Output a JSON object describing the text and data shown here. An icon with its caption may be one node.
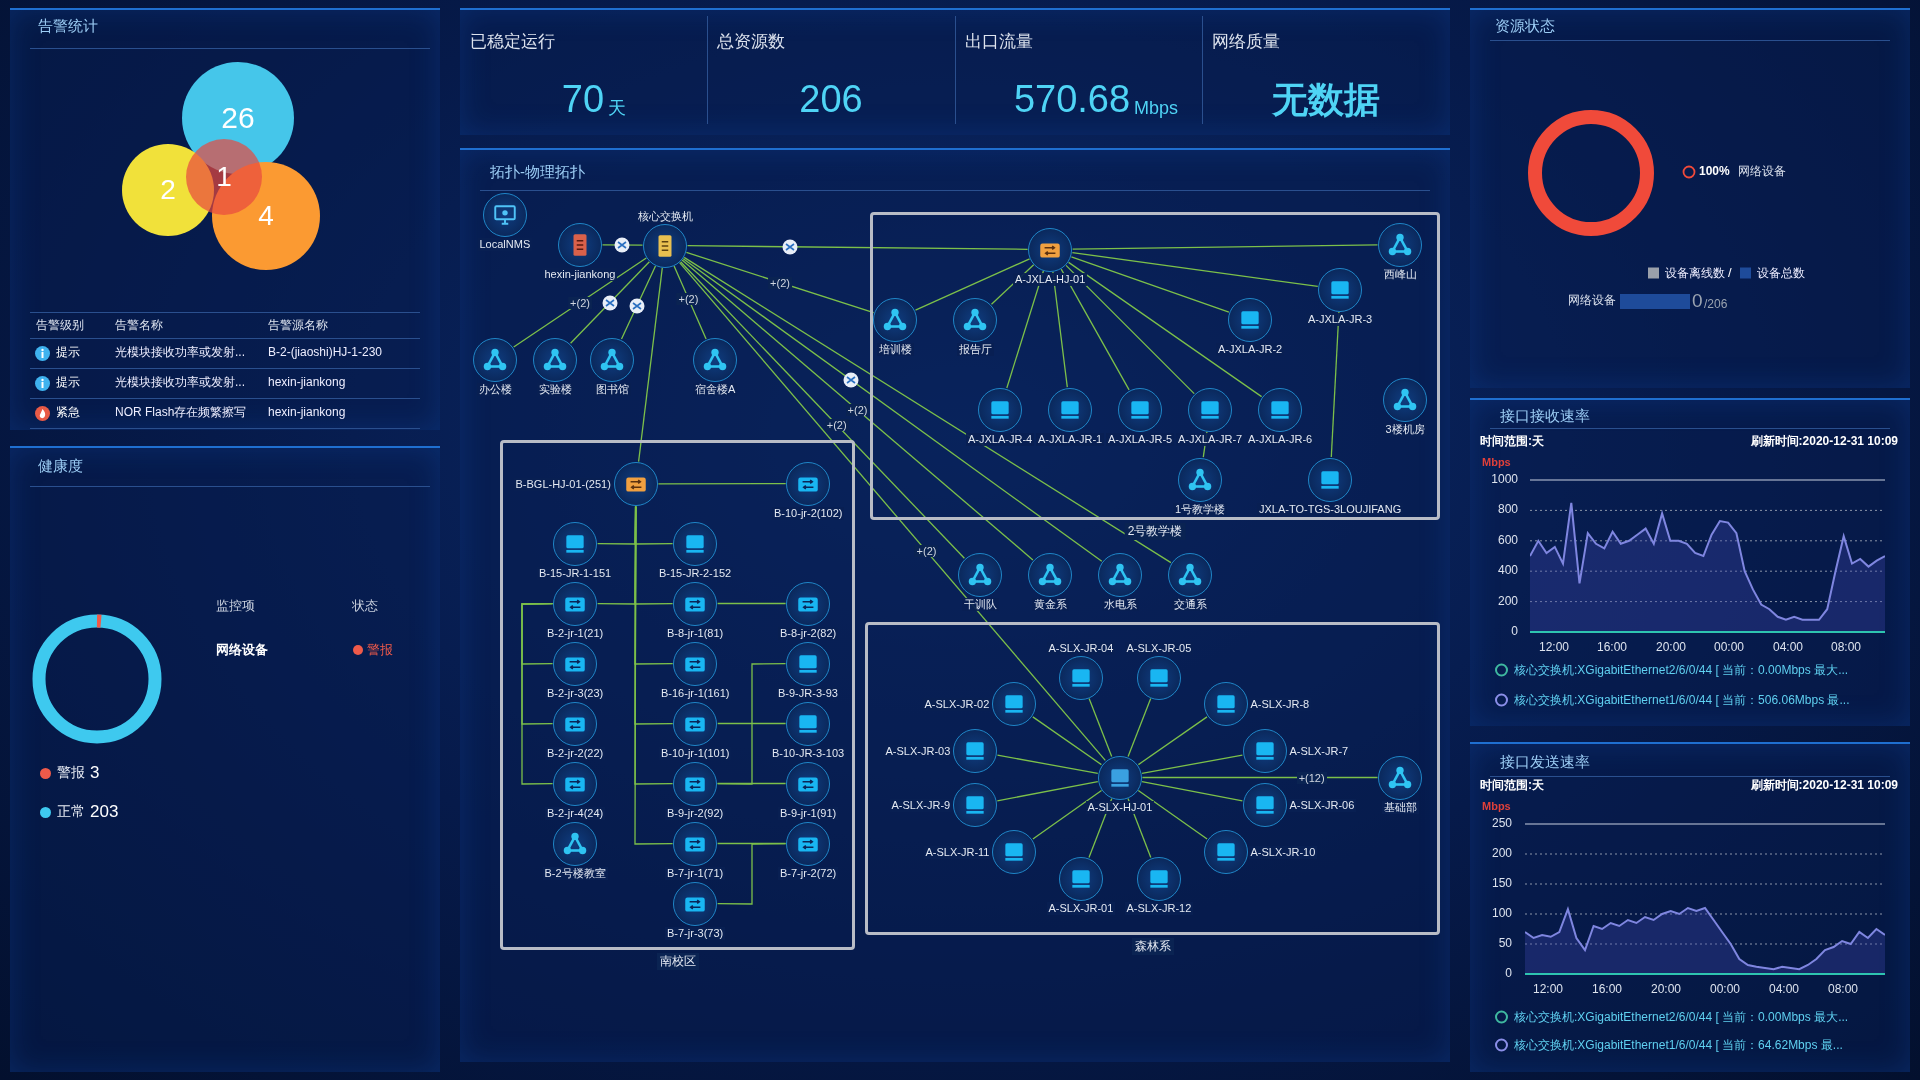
{
  "diagram": {
    "nodes": [
      {
        "text": [
          "LocalNMS"
        ]
      },
      {
        "text": [
          "hexin-jiankong"
        ]
      },
      {
        "text": [
          "核心交换机"
        ]
      },
      {
        "text": [
          "办公楼"
        ]
      },
      {
        "text": [
          "实验楼"
        ]
      },
      {
        "text": [
          "图书馆"
        ]
      },
      {
        "text": [
          "宿舍楼A"
        ]
      },
      {
        "text": [
          "2号教学楼"
        ]
      },
      {
        "text": [
          "A-JXLA-HJ-01"
        ],
        "in": 7
      },
      {
        "text": [
          "西峰山"
        ],
        "in": 7
      },
      {
        "text": [
          "报告厅"
        ],
        "in": 7
      },
      {
        "text": [
          "A-JXLA-JR-4"
        ],
        "in": 7
      },
      {
        "text": [
          "A-JXLA-JR-1"
        ],
        "in": 7
      },
      {
        "text": [
          "A-JXLA-JR-2"
        ],
        "in": 7
      },
      {
        "text": [
          "A-JXLA-JR-3"
        ],
        "in": 7
      },
      {
        "text": [
          "JXLA-TO-TGS-3LOUJIFANG"
        ],
        "in": 7
      },
      {
        "text": [
          "A-JXLA-JR-6"
        ],
        "in": 7
      },
      {
        "text": [
          "A-JXLA-JR-5"
        ],
        "in": 7
      },
      {
        "text": [
          "A-JXLA-JR-7"
        ],
        "in": 7
      },
      {
        "text": [
          "3楼机房"
        ],
        "in": 7
      },
      {
        "text": [
          "培训楼"
        ],
        "in": 7
      },
      {
        "text": [
          "1号教学楼"
        ],
        "in": 7
      },
      {
        "text": [
          "南校区"
        ]
      },
      {
        "text": [
          "B-BGL-HJ-01-(251)"
        ],
        "in": 22
      },
      {
        "text": [
          "B-10-jr-2(102)"
        ],
        "in": 22
      },
      {
        "text": [
          "B-15-JR-1-151"
        ],
        "in": 22
      },
      {
        "text": [
          "B-15-JR-2-152"
        ],
        "in": 22
      },
      {
        "text": [
          "B-8-jr-1(81)"
        ],
        "in": 22
      },
      {
        "text": [
          "B-8-jr-2(82)"
        ],
        "in": 22
      },
      {
        "text": [
          "B-2号楼教室"
        ],
        "in": 22
      },
      {
        "text": [
          "B-16-jr-1(161)"
        ],
        "in": 22
      },
      {
        "text": [
          "B-2-jr-1(21)"
        ],
        "in": 22
      },
      {
        "text": [
          "B-2-jr-3(23)"
        ],
        "in": 22
      },
      {
        "text": [
          "B-7-jr-1(71)"
        ],
        "in": 22
      },
      {
        "text": [
          "B-10-jr-1(101)"
        ],
        "in": 22
      },
      {
        "text": [
          "B-10-JR-3-103"
        ],
        "in": 22
      },
      {
        "text": [
          "B-2-jr-2(22)"
        ],
        "in": 22
      },
      {
        "text": [
          "B-7-jr-2(72)"
        ],
        "in": 22
      },
      {
        "text": [
          "B-9-jr-2(92)"
        ],
        "in": 22
      },
      {
        "text": [
          "B-9-jr-1(91)"
        ],
        "in": 22
      },
      {
        "text": [
          "B-2-jr-4(24)"
        ],
        "in": 22
      },
      {
        "text": [
          "B-7-jr-3(73)"
        ],
        "in": 22
      },
      {
        "text": [
          "B-9-JR-3-93"
        ],
        "in": 22
      },
      {
        "text": [
          "干训队"
        ]
      },
      {
        "text": [
          "黄金系"
        ]
      },
      {
        "text": [
          "水电系"
        ]
      },
      {
        "text": [
          "交通系"
        ]
      },
      {
        "text": [
          "森林系"
        ]
      },
      {
        "text": [
          "A-SLX-JR-04"
        ],
        "in": 47
      },
      {
        "text": [
          "A-SLX-JR-05"
        ],
        "in": 47
      },
      {
        "text": [
          "A-SLX-JR-02"
        ],
        "in": 47
      },
      {
        "text": [
          "A-SLX-JR-8"
        ],
        "in": 47
      },
      {
        "text": [
          "A-SLX-JR-03"
        ],
        "in": 47
      },
      {
        "text": [
          "A-SLX-JR-7"
        ],
        "in": 47
      },
      {
        "text": [
          "A-SLX-HJ-01"
        ],
        "in": 47
      },
      {
        "text": [
          "基础部"
        ],
        "in": 47
      },
      {
        "text": [
          "A-SLX-JR-9"
        ],
        "in": 47
      },
      {
        "text": [
          "A-SLX-JR-06"
        ],
        "in": 47
      },
      {
        "text": [
          "A-SLX-JR-11"
        ],
        "in": 47
      },
      {
        "text": [
          "A-SLX-JR-10"
        ],
        "in": 47
      },
      {
        "text": [
          "A-SLX-JR-01"
        ],
        "in": 47
      },
      {
        "text": [
          "A-SLX-JR-12"
        ],
        "in": 47
      }
    ],
    "edges": [
      {
        "from": 1,
        "to": 2,
        "arrow": "none"
      },
      {
        "from": 2,
        "to": 3,
        "arrow": "none",
        "label": "+(2)"
      },
      {
        "from": 2,
        "to": 4,
        "arrow": "none"
      },
      {
        "from": 2,
        "to": 5,
        "arrow": "none"
      },
      {
        "from": 2,
        "to": 23,
        "arrow": "none"
      },
      {
        "from": 2,
        "to": 6,
        "arrow": "none",
        "label": "+(2)"
      },
      {
        "from": 2,
        "to": 8,
        "arrow": "none"
      },
      {
        "from": 8,
        "to": 9,
        "arrow": "none"
      },
      {
        "from": 8,
        "to": 10,
        "arrow": "none"
      },
      {
        "from": 8,
        "to": 11,
        "arrow": "none"
      },
      {
        "from": 8,
        "to": 12,
        "arrow": "none"
      },
      {
        "from": 8,
        "to": 13,
        "arrow": "none"
      },
      {
        "from": 8,
        "to": 14,
        "arrow": "none"
      },
      {
        "from": 14,
        "to": 15,
        "arrow": "none"
      },
      {
        "from": 8,
        "to": 16,
        "arrow": "none"
      },
      {
        "from": 8,
        "to": 17,
        "arrow": "none"
      },
      {
        "from": 8,
        "to": 18,
        "arrow": "none"
      },
      {
        "from": 18,
        "to": 21,
        "arrow": "none"
      },
      {
        "from": 8,
        "to": 20,
        "arrow": "none"
      },
      {
        "from": 2,
        "to": 20,
        "arrow": "none",
        "label": "+(2)"
      },
      {
        "from": 2,
        "to": 43,
        "arrow": "none",
        "label": "+(2)"
      },
      {
        "from": 2,
        "to": 44,
        "arrow": "none",
        "label": "+(2)"
      },
      {
        "from": 2,
        "to": 45,
        "arrow": "none"
      },
      {
        "from": 2,
        "to": 46,
        "arrow": "none"
      },
      {
        "from": 2,
        "to": 54,
        "arrow": "none",
        "label": "+(2)"
      },
      {
        "from": 23,
        "to": 24,
        "arrow": "none"
      },
      {
        "from": 23,
        "to": 25,
        "arrow": "none"
      },
      {
        "from": 23,
        "to": 26,
        "arrow": "none"
      },
      {
        "from": 23,
        "to": 27,
        "arrow": "none"
      },
      {
        "from": 27,
        "to": 28,
        "arrow": "none"
      },
      {
        "from": 23,
        "to": 30,
        "arrow": "none"
      },
      {
        "from": 23,
        "to": 31,
        "arrow": "none"
      },
      {
        "from": 31,
        "to": 32,
        "arrow": "none"
      },
      {
        "from": 31,
        "to": 36,
        "arrow": "none"
      },
      {
        "from": 31,
        "to": 40,
        "arrow": "none"
      },
      {
        "from": 23,
        "to": 33,
        "arrow": "none"
      },
      {
        "from": 33,
        "to": 37,
        "arrow": "none"
      },
      {
        "from": 37,
        "to": 41,
        "arrow": "none"
      },
      {
        "from": 23,
        "to": 34,
        "arrow": "none"
      },
      {
        "from": 34,
        "to": 35,
        "arrow": "none"
      },
      {
        "from": 23,
        "to": 38,
        "arrow": "none"
      },
      {
        "from": 38,
        "to": 39,
        "arrow": "none"
      },
      {
        "from": 38,
        "to": 42,
        "arrow": "none"
      },
      {
        "from": 54,
        "to": 48,
        "arrow": "none"
      },
      {
        "from": 54,
        "to": 49,
        "arrow": "none"
      },
      {
        "from": 54,
        "to": 50,
        "arrow": "none"
      },
      {
        "from": 54,
        "to": 51,
        "arrow": "none"
      },
      {
        "from": 54,
        "to": 52,
        "arrow": "none"
      },
      {
        "from": 54,
        "to": 53,
        "arrow": "none"
      },
      {
        "from": 54,
        "to": 56,
        "arrow": "none"
      },
      {
        "from": 54,
        "to": 57,
        "arrow": "none"
      },
      {
        "from": 54,
        "to": 58,
        "arrow": "none"
      },
      {
        "from": 54,
        "to": 59,
        "arrow": "none"
      },
      {
        "from": 54,
        "to": 60,
        "arrow": "none"
      },
      {
        "from": 54,
        "to": 61,
        "arrow": "none"
      },
      {
        "from": 54,
        "to": 55,
        "arrow": "none",
        "label": "+(12)"
      }
    ],
    "labels": [
      "告警统计",
      "26",
      "2",
      "1",
      "4",
      "告警级别",
      "告警名称",
      "告警源名称",
      "提示",
      "光模块接收功率或发射...",
      "B-2-(jiaoshi)HJ-1-230",
      "提示",
      "光模块接收功率或发射...",
      "hexin-jiankong",
      "紧急",
      "NOR Flash存在频繁擦写",
      "hexin-jiankong",
      "健康度",
      "监控项",
      "状态",
      "网络设备",
      "警报",
      "3",
      "203",
      "已稳定运行",
      "70",
      "天",
      "总资源数",
      "206",
      "出口流量",
      "570.68",
      "Mbps",
      "网络质量",
      "无数据",
      "拓扑-物理拓扑",
      "资源状态",
      "100%",
      "网络设备",
      "/",
      "网络设备",
      "0",
      "/206",
      "接口接收速率",
      "时间范围:天",
      "刷新时间:2020-12-31 10:09",
      "Mbps",
      "1000",
      "800",
      "600",
      "400",
      "200",
      "0",
      "12:00",
      "16:00",
      "20:00",
      "00:00",
      "04:00",
      "08:00",
      "接口发送速率",
      "时间范围:天",
      "刷新时间:2020-12-31 10:09",
      "Mbps",
      "250",
      "200",
      "150",
      "100",
      "50",
      "0",
      "12:00",
      "16:00",
      "20:00",
      "00:00",
      "04:00",
      "08:00"
    ],
    "legend": [
      {
        "text": "警报",
        "color": "#ef5a4a"
      },
      {
        "text": "正常",
        "color": "#3ec9ef"
      },
      {
        "text": "设备离线数",
        "color": "#9aa0aa"
      },
      {
        "text": "设备总数",
        "color": "#1e4b9a"
      },
      {
        "text": "核心交换机:XGigabitEthernet2/6/0/44 [ 当前：0.00Mbps 最大..."
      },
      {
        "text": "核心交换机:XGigabitEthernet1/6/0/44 [ 当前：506.06Mbps 最..."
      },
      {
        "text": "核心交换机:XGigabitEthernet2/6/0/44 [ 当前：0.00Mbps 最大..."
      },
      {
        "text": "核心交换机:XGigabitEthernet1/6/0/44 [ 当前：64.62Mbps 最..."
      }
    ]
  }
}
